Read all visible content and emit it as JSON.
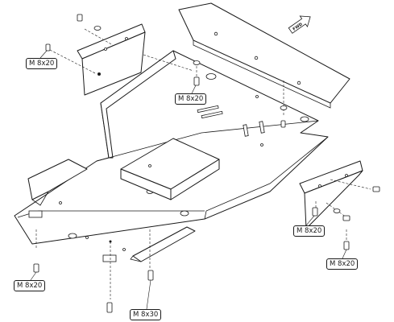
{
  "diagram": {
    "fwd_arrow_label": "FWD",
    "callouts": [
      {
        "id": "bolt-top-left",
        "text": "M 8x20"
      },
      {
        "id": "bolt-top-center",
        "text": "M 8x20"
      },
      {
        "id": "bolt-right-upper",
        "text": "M 8x20"
      },
      {
        "id": "bolt-right-lower",
        "text": "M 8x20"
      },
      {
        "id": "bolt-bottom-left",
        "text": "M 8x20"
      },
      {
        "id": "bolt-bottom-center",
        "text": "M 8x30"
      }
    ]
  }
}
